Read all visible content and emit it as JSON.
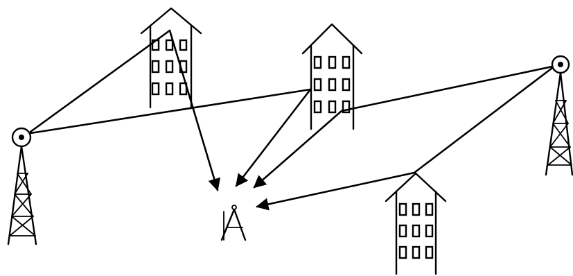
{
  "diagram": {
    "type": "multipath-radio-propagation",
    "ink_color": "#000000",
    "background_color": "#ffffff",
    "transmitters": [
      "tower-left",
      "tower-right"
    ],
    "receiver": "receiver-antenna",
    "reflectors": [
      "building-1",
      "building-2",
      "building-3"
    ],
    "paths": [
      {
        "from": "tower-left",
        "via": "building-1",
        "to": "receiver-antenna"
      },
      {
        "from": "tower-left",
        "via": "building-2",
        "to": "receiver-antenna"
      },
      {
        "from": "tower-right",
        "via": "building-2",
        "to": "receiver-antenna"
      },
      {
        "from": "tower-right",
        "via": "building-3",
        "to": "receiver-antenna"
      }
    ]
  }
}
